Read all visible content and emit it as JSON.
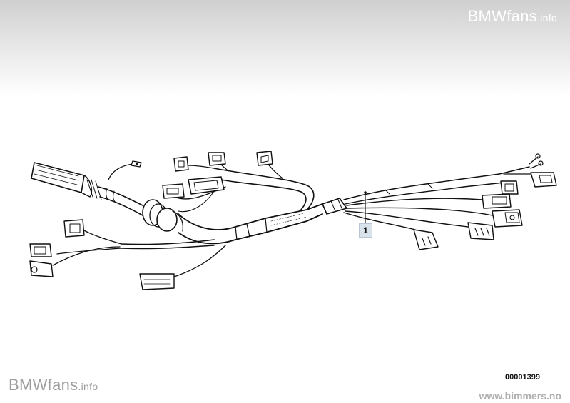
{
  "watermark_top": {
    "brand": "BMWfans",
    "suffix": ".info"
  },
  "watermark_bottom": {
    "brand": "BMWfans",
    "suffix": ".info"
  },
  "diagram": {
    "callouts": [
      {
        "label": "1"
      }
    ],
    "part_number": "00001399",
    "site_url": "www.bimmers.no"
  },
  "colors": {
    "line": "#111111",
    "callout_fill": "#d9e3ec"
  }
}
